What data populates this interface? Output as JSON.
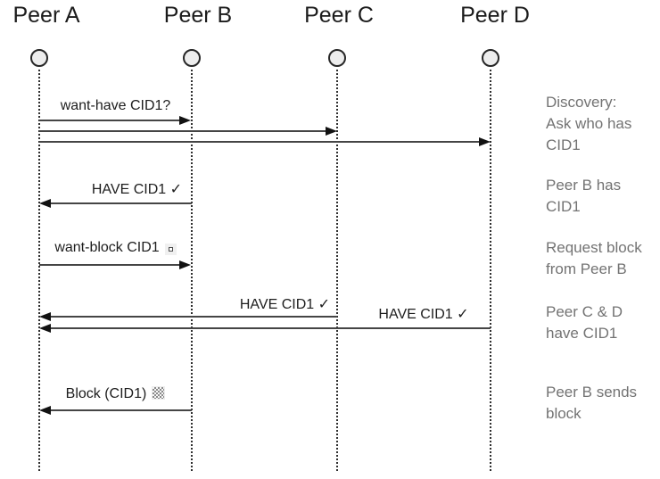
{
  "diagram": {
    "type": "sequence-diagram",
    "peers": [
      {
        "label": "Peer A"
      },
      {
        "label": "Peer B"
      },
      {
        "label": "Peer C"
      },
      {
        "label": "Peer D"
      }
    ],
    "messages": [
      {
        "label": "want-have CID1?",
        "from": "Peer A",
        "to": "Peer B"
      },
      {
        "label": "",
        "from": "Peer A",
        "to": "Peer C"
      },
      {
        "label": "",
        "from": "Peer A",
        "to": "Peer D"
      },
      {
        "label": "HAVE CID1 ✓",
        "from": "Peer B",
        "to": "Peer A"
      },
      {
        "label": "want-block CID1",
        "icon": "white-small-square",
        "from": "Peer A",
        "to": "Peer B"
      },
      {
        "label": "HAVE CID1 ✓",
        "from": "Peer C",
        "to": "Peer A"
      },
      {
        "label": "HAVE CID1 ✓",
        "from": "Peer D",
        "to": "Peer A"
      },
      {
        "label": "Block (CID1)",
        "icon": "checkered-block",
        "from": "Peer B",
        "to": "Peer A"
      }
    ],
    "annotations": [
      {
        "text": "Discovery:\nAsk who has\nCID1"
      },
      {
        "text": "Peer B has\nCID1"
      },
      {
        "text": "Request block\nfrom Peer B"
      },
      {
        "text": "Peer C & D\nhave CID1"
      },
      {
        "text": "Peer B sends\nblock"
      }
    ],
    "colors": {
      "line": "#454545",
      "arrowhead": "#121212",
      "annotation_text": "#737373",
      "node_fill": "#ededed"
    }
  }
}
